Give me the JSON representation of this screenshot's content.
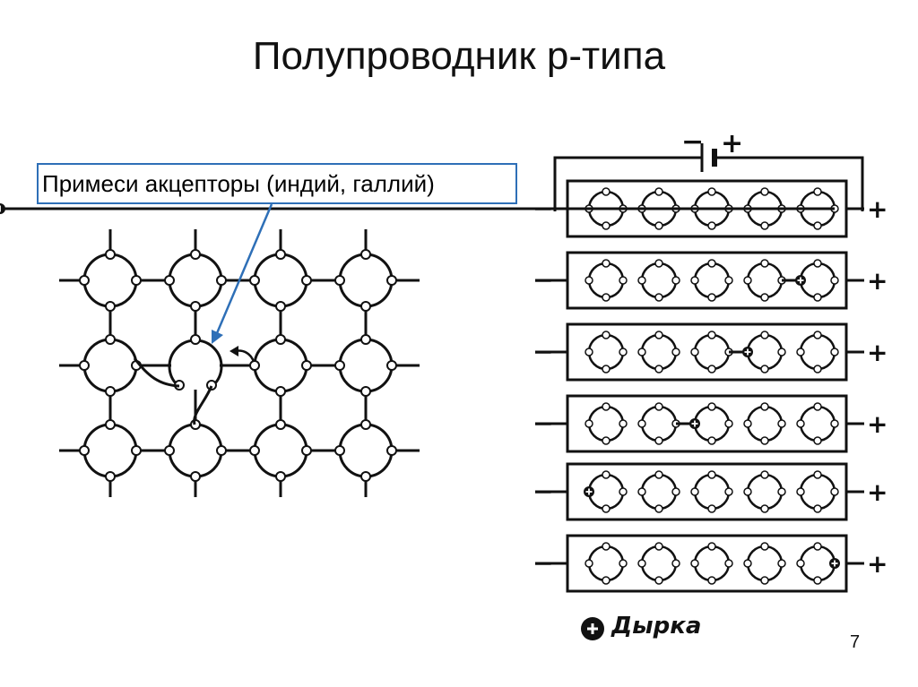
{
  "slide": {
    "title": "Полупроводник p-типа",
    "callout": "Примеси акцепторы (индий, галлий)",
    "page_number": "7"
  },
  "legend": {
    "hole_label": "Дырка"
  },
  "battery": {
    "minus": "−",
    "plus": "+"
  },
  "bars": {
    "minus": "−",
    "plus": "+",
    "hole_positions": [
      4.5,
      3.5,
      2.5,
      1.5,
      0,
      4.8
    ]
  },
  "colors": {
    "ink": "#111111",
    "callout_border": "#2e6fb7",
    "arrow": "#2e6fb7"
  }
}
